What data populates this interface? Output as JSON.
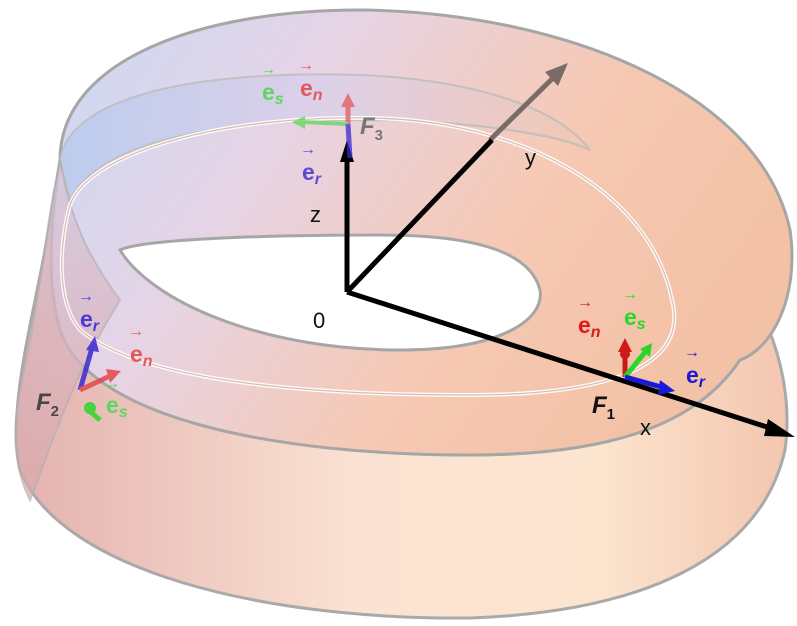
{
  "axes": {
    "x_label": "x",
    "y_label": "y",
    "z_label": "z",
    "origin_label": "0"
  },
  "frames": {
    "f1": {
      "label": "F",
      "sub": "1"
    },
    "f2": {
      "label": "F",
      "sub": "2"
    },
    "f3": {
      "label": "F",
      "sub": "3"
    }
  },
  "vectors": {
    "r": {
      "main": "e",
      "sub": "r"
    },
    "s": {
      "main": "e",
      "sub": "s"
    },
    "n": {
      "main": "e",
      "sub": "n"
    }
  },
  "colors": {
    "axis": "#000000",
    "e_r": "#1a1ad6",
    "e_s": "#2bd62b",
    "e_n": "#e01818",
    "surface_warm": "#f2b99a",
    "surface_cool": "#b9cdf0"
  }
}
